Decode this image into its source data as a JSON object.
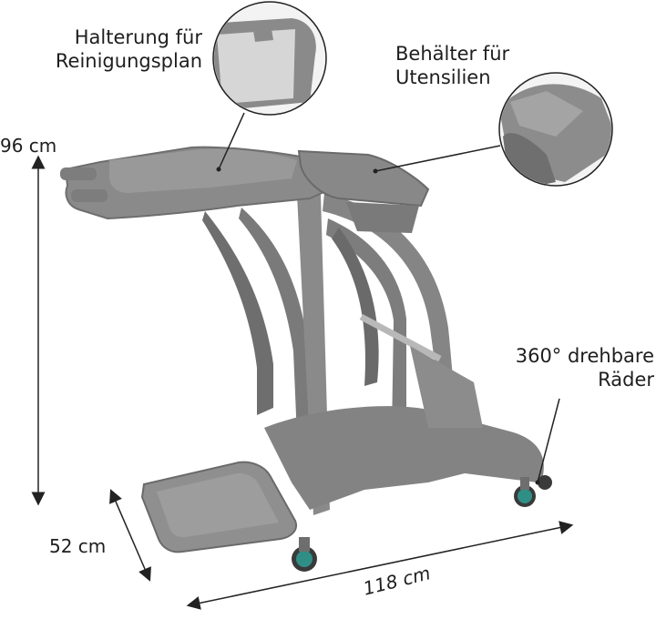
{
  "labels": {
    "holder_line1": "Halterung für",
    "holder_line2": "Reinigungsplan",
    "container_line1": "Behälter für",
    "container_line2": "Utensilien",
    "wheels_line1": "360° drehbare",
    "wheels_line2": "Räder"
  },
  "dimensions": {
    "height": "96 cm",
    "depth": "52 cm",
    "width": "118 cm"
  },
  "colors": {
    "cart_gray": "#7d7d7d",
    "cart_dark": "#5e5e5e",
    "cart_light": "#9a9a9a",
    "wheel_teal": "#2f8f86",
    "line": "#222222"
  },
  "icons": [
    "cart-illustration",
    "zoom-circle-holder",
    "zoom-circle-container",
    "wheel"
  ]
}
